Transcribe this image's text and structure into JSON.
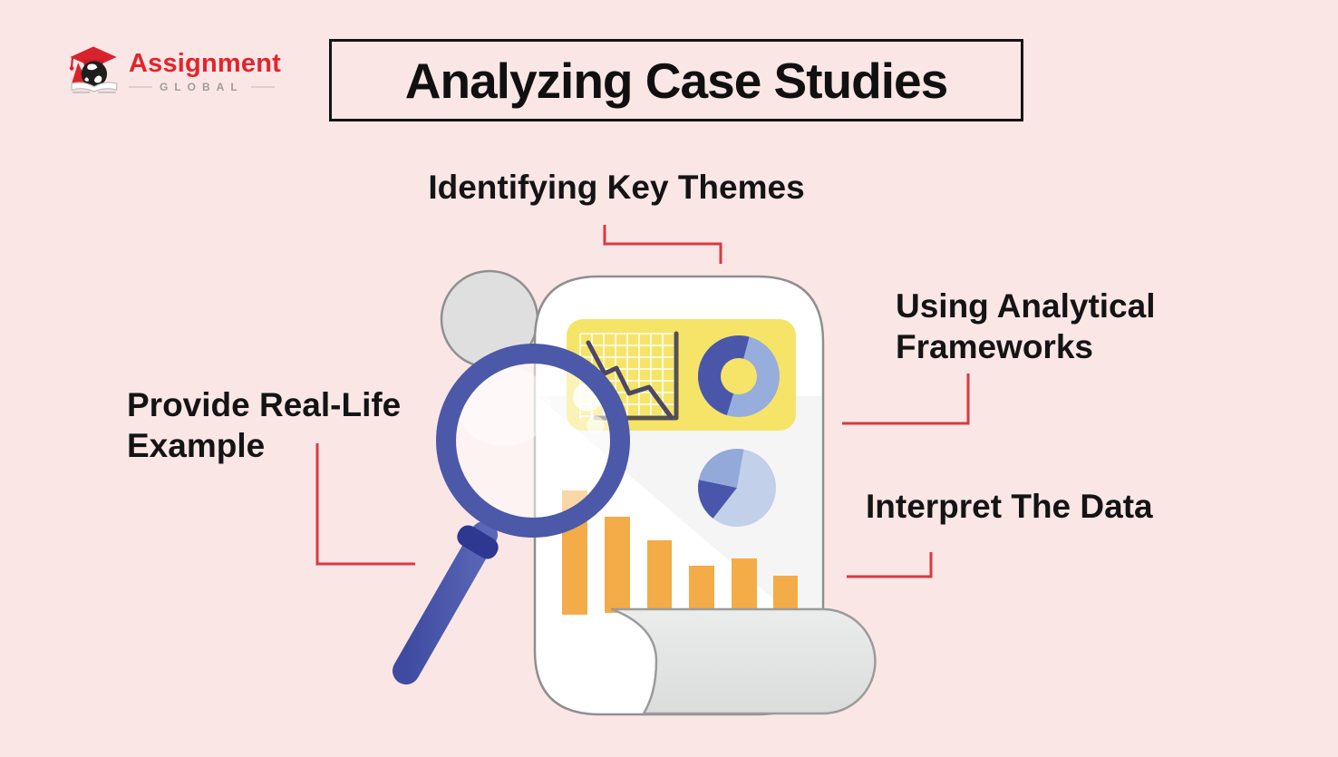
{
  "brand": {
    "name": "Assignment",
    "subtitle": "GLOBAL",
    "logo_icon": "graduation-cap-globe-icon"
  },
  "title": "Analyzing Case Studies",
  "callouts": {
    "top": "Identifying Key Themes",
    "right_upper": "Using Analytical Frameworks",
    "left": "Provide Real-Life Example",
    "right_lower": "Interpret The Data"
  },
  "illustration": {
    "description": "document scroll with charts examined by magnifying glass",
    "graphics": [
      "line-chart-graphic",
      "donut-chart-graphic",
      "pie-chart-graphic",
      "bar-chart-graphic",
      "magnifying-glass"
    ]
  },
  "colors": {
    "background": "#FBE6E6",
    "connector_red": "#D63B41",
    "brand_red": "#E3242C",
    "brand_sub_gray": "#A39B9B",
    "title_text": "#101010",
    "panel_yellow": "#F6E469",
    "bar_orange": "#F3AC47",
    "blue_dark": "#4A57A9",
    "blue_light": "#97AEDC",
    "pie_pale": "#C3D0EA",
    "ring_blue": "#4C58A8",
    "handle_blue": "#4350A5",
    "collar_navy": "#2E3890",
    "page_gray_border": "#8F8F8F",
    "roll_gray": "#E5E6E6"
  }
}
